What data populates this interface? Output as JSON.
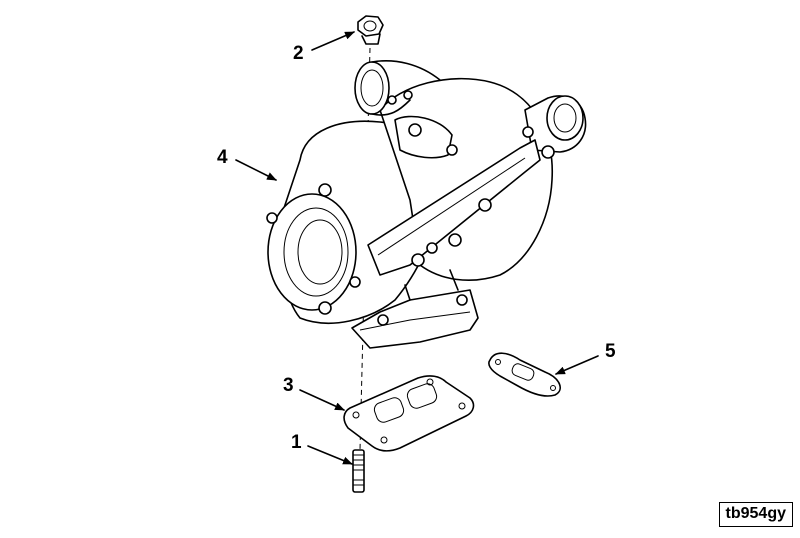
{
  "callouts": [
    {
      "id": "1",
      "label": "1"
    },
    {
      "id": "2",
      "label": "2"
    },
    {
      "id": "3",
      "label": "3"
    },
    {
      "id": "4",
      "label": "4"
    },
    {
      "id": "5",
      "label": "5"
    }
  ],
  "figure_id": "tb954gy"
}
